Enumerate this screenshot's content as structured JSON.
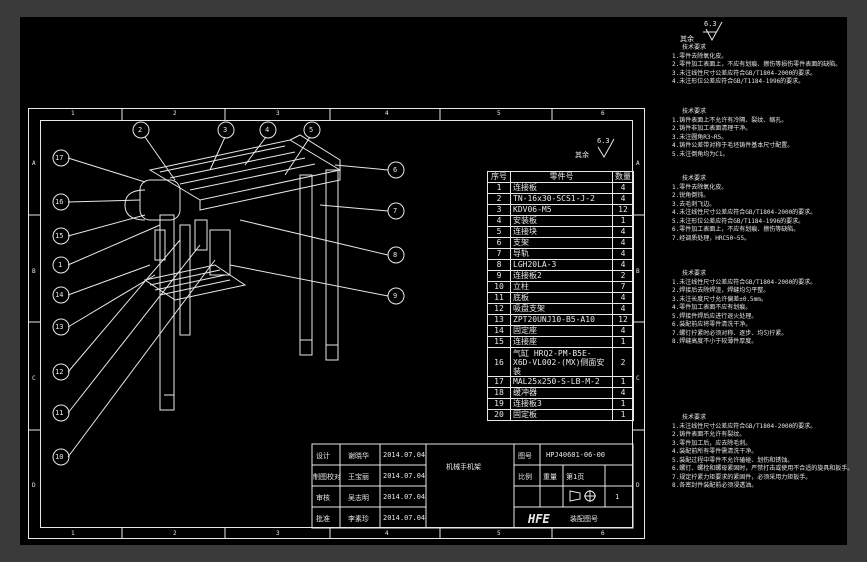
{
  "title_block": {
    "drawing_no_label": "图号",
    "drawing_no": "HPJ40601-06-00",
    "company_logo_text": "HFE",
    "company_name": "装配图号",
    "rows": [
      {
        "role": "设计",
        "name": "谢晓华",
        "date": "2014.07.04"
      },
      {
        "role": "制图校对",
        "name": "王宝丽",
        "date": "2014.07.04"
      },
      {
        "role": "审核",
        "name": "吴志明",
        "date": "2014.07.04"
      },
      {
        "role": "批准",
        "name": "李素珍",
        "date": "2014.07.04"
      }
    ],
    "part_name": "机械手机架",
    "scale_label": "比例",
    "weight_label": "重量",
    "sheet_label": "第1页",
    "sheet_count": "1"
  },
  "surface_finish": {
    "value": "6.3",
    "label": "其余"
  },
  "surface_finish_bom": {
    "value": "6.3",
    "label": "其余"
  },
  "bom": {
    "headers": [
      "序号",
      "零件号",
      "数量"
    ],
    "rows": [
      {
        "no": "1",
        "part": "连接板",
        "qty": "4"
      },
      {
        "no": "2",
        "part": "TN-16x30-SCS1-J-2",
        "qty": "4"
      },
      {
        "no": "3",
        "part": "KDV06-M5",
        "qty": "12"
      },
      {
        "no": "4",
        "part": "安装板",
        "qty": "1"
      },
      {
        "no": "5",
        "part": "连接块",
        "qty": "4"
      },
      {
        "no": "6",
        "part": "支架",
        "qty": "4"
      },
      {
        "no": "7",
        "part": "导轨",
        "qty": "4"
      },
      {
        "no": "8",
        "part": "LGH20LA-3",
        "qty": "4"
      },
      {
        "no": "9",
        "part": "连接板2",
        "qty": "2"
      },
      {
        "no": "10",
        "part": "立柱",
        "qty": "7"
      },
      {
        "no": "11",
        "part": "底板",
        "qty": "4"
      },
      {
        "no": "12",
        "part": "吸盘支架",
        "qty": "4"
      },
      {
        "no": "13",
        "part": "ZPT20UNJ10-B5-A10",
        "qty": "12"
      },
      {
        "no": "14",
        "part": "固定座",
        "qty": "4"
      },
      {
        "no": "15",
        "part": "连接座",
        "qty": "1"
      },
      {
        "no": "16",
        "part": "气缸 HRQ2-PM-B5E-X6D-VL002-(MX)侧面安装",
        "qty": "2"
      },
      {
        "no": "17",
        "part": "MAL25x250-S-LB-M-2",
        "qty": "1"
      },
      {
        "no": "18",
        "part": "缓冲器",
        "qty": "4"
      },
      {
        "no": "19",
        "part": "连接板3",
        "qty": "1"
      },
      {
        "no": "20",
        "part": "固定板",
        "qty": "1"
      }
    ]
  },
  "balloons": [
    "2",
    "3",
    "4",
    "5",
    "6",
    "7",
    "8",
    "9",
    "17",
    "16",
    "15",
    "1",
    "14",
    "13",
    "12",
    "11",
    "10"
  ],
  "zone_numbers_top": [
    "1",
    "2",
    "3",
    "4",
    "5",
    "6"
  ],
  "zone_numbers_bottom": [
    "1",
    "2",
    "3",
    "4",
    "5",
    "6"
  ],
  "zone_letters": [
    "A",
    "B",
    "C",
    "D"
  ],
  "notes": [
    {
      "title": "技术要求",
      "lines": [
        "1.零件去除氧化皮。",
        "2.零件加工表面上，不应有划痕、擦伤等损伤零件表面的缺陷。",
        "3.未注线性尺寸公差应符合GB/T1804-2000的要求。",
        "4.未注形位公差应符合GB/T1184-1996的要求。"
      ]
    },
    {
      "title": "技术要求",
      "lines": [
        "1.铸件表面上不允许有冷隔、裂纹、缩孔。",
        "2.铸件非加工表面清理干净。",
        "3.未注圆角R3~R5。",
        "4.铸件公差带对称于毛坯铸件基本尺寸配置。",
        "5.未注倒角均为C1。"
      ]
    },
    {
      "title": "技术要求",
      "lines": [
        "1.零件去除氧化皮。",
        "2.锐角倒钝。",
        "3.去毛刺飞边。",
        "4.未注线性尺寸公差应符合GB/T1804-2000的要求。",
        "5.未注形位公差应符合GB/T1184-1996的要求。",
        "6.零件加工表面上，不应有划痕、擦伤等缺陷。",
        "7.经调质处理，HRC50~55。"
      ]
    },
    {
      "title": "技术要求",
      "lines": [
        "1.未注线性尺寸公差应符合GB/T1804-2000的要求。",
        "2.焊接后去除焊渣，焊缝均匀平整。",
        "3.未注长度尺寸允许偏差±0.5mm。",
        "4.零件加工表面不应有划痕。",
        "5.焊接件焊后应进行退火处理。",
        "6.装配前应将零件清洗干净。",
        "7.螺钉拧紧时必须对称、逐步、均匀拧紧。",
        "8.焊缝高度不小于较薄件厚度。"
      ]
    },
    {
      "title": "技术要求",
      "lines": [
        "1.未注线性尺寸公差应符合GB/T1804-2000的要求。",
        "2.铸件表面不允许有裂纹。",
        "3.零件加工后，应去除毛刺。",
        "4.装配前所有零件需清洗干净。",
        "5.装配过程中零件不允许磕碰、划伤和锈蚀。",
        "6.螺钉、螺栓和螺母紧固时，严禁打击或使用不合适的旋具和扳手。",
        "7.规定拧紧力矩要求的紧固件，必须采用力矩扳手。",
        "8.各密封件装配前必须浸透油。"
      ]
    }
  ]
}
